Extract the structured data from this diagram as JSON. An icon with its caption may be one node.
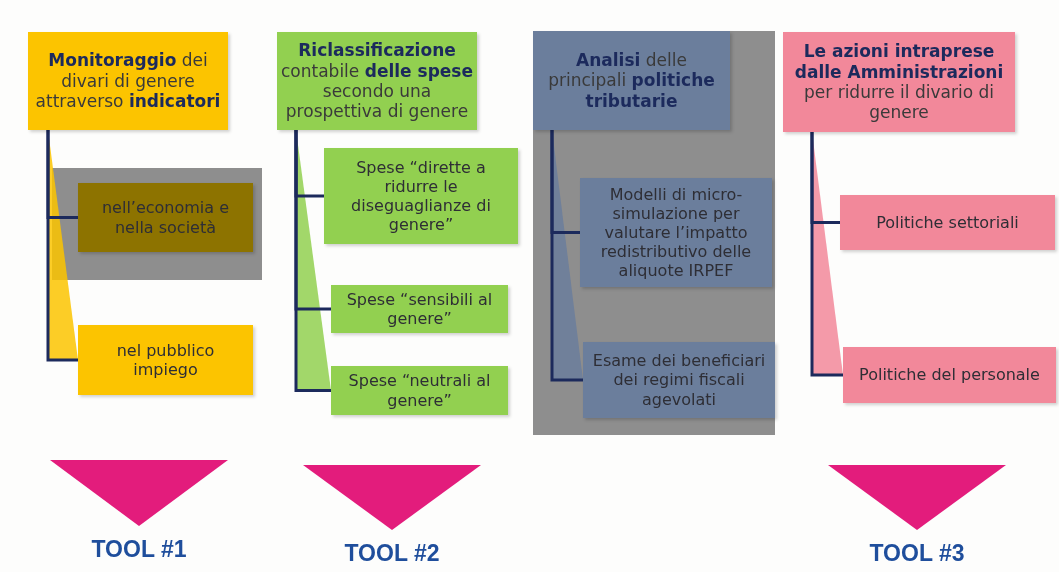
{
  "diagram": {
    "nodes": [
      {
        "text": [
          "**Monitoraggio** dei divari di genere attraverso **indicatori**"
        ]
      },
      {
        "text": [
          "nell’economia e nella società"
        ]
      },
      {
        "text": [
          "nel pubblico impiego"
        ]
      },
      {
        "text": [
          "**Riclassificazione** contabile **delle spese** secondo una prospettiva di genere"
        ]
      },
      {
        "text": [
          "Spese “dirette a ridurre le diseguaglianze di genere”"
        ]
      },
      {
        "text": [
          "Spese “sensibili al genere”"
        ]
      },
      {
        "text": [
          "Spese “neutrali al genere”"
        ]
      },
      {
        "text": [
          "**Analisi** delle principali **politiche tributarie**"
        ]
      },
      {
        "text": [
          "Modelli di micro-simulazione per valutare l’impatto redistributivo delle aliquote IRPEF"
        ]
      },
      {
        "text": [
          "Esame dei beneficiari dei regimi fiscali agevolati"
        ]
      },
      {
        "text": [
          "**Le azioni intraprese dalle Amministrazioni** per ridurre il divario di genere"
        ]
      },
      {
        "text": [
          "Politiche settoriali"
        ]
      },
      {
        "text": [
          "Politiche del personale"
        ]
      },
      {
        "text": [],
        "shape": "triangle",
        "beside": [
          "TOOL #1"
        ]
      },
      {
        "text": [],
        "shape": "triangle",
        "beside": [
          "TOOL #2"
        ]
      },
      {
        "text": [],
        "shape": "triangle",
        "beside": [
          "TOOL #3"
        ]
      }
    ],
    "edges": [
      {
        "from": 0,
        "to": 1,
        "arrow": "none"
      },
      {
        "from": 0,
        "to": 2,
        "arrow": "none"
      },
      {
        "from": 3,
        "to": 4,
        "arrow": "none"
      },
      {
        "from": 3,
        "to": 5,
        "arrow": "none"
      },
      {
        "from": 3,
        "to": 6,
        "arrow": "none"
      },
      {
        "from": 7,
        "to": 8,
        "arrow": "none"
      },
      {
        "from": 7,
        "to": 9,
        "arrow": "none"
      },
      {
        "from": 10,
        "to": 11,
        "arrow": "none"
      },
      {
        "from": 10,
        "to": 12,
        "arrow": "none"
      }
    ]
  }
}
